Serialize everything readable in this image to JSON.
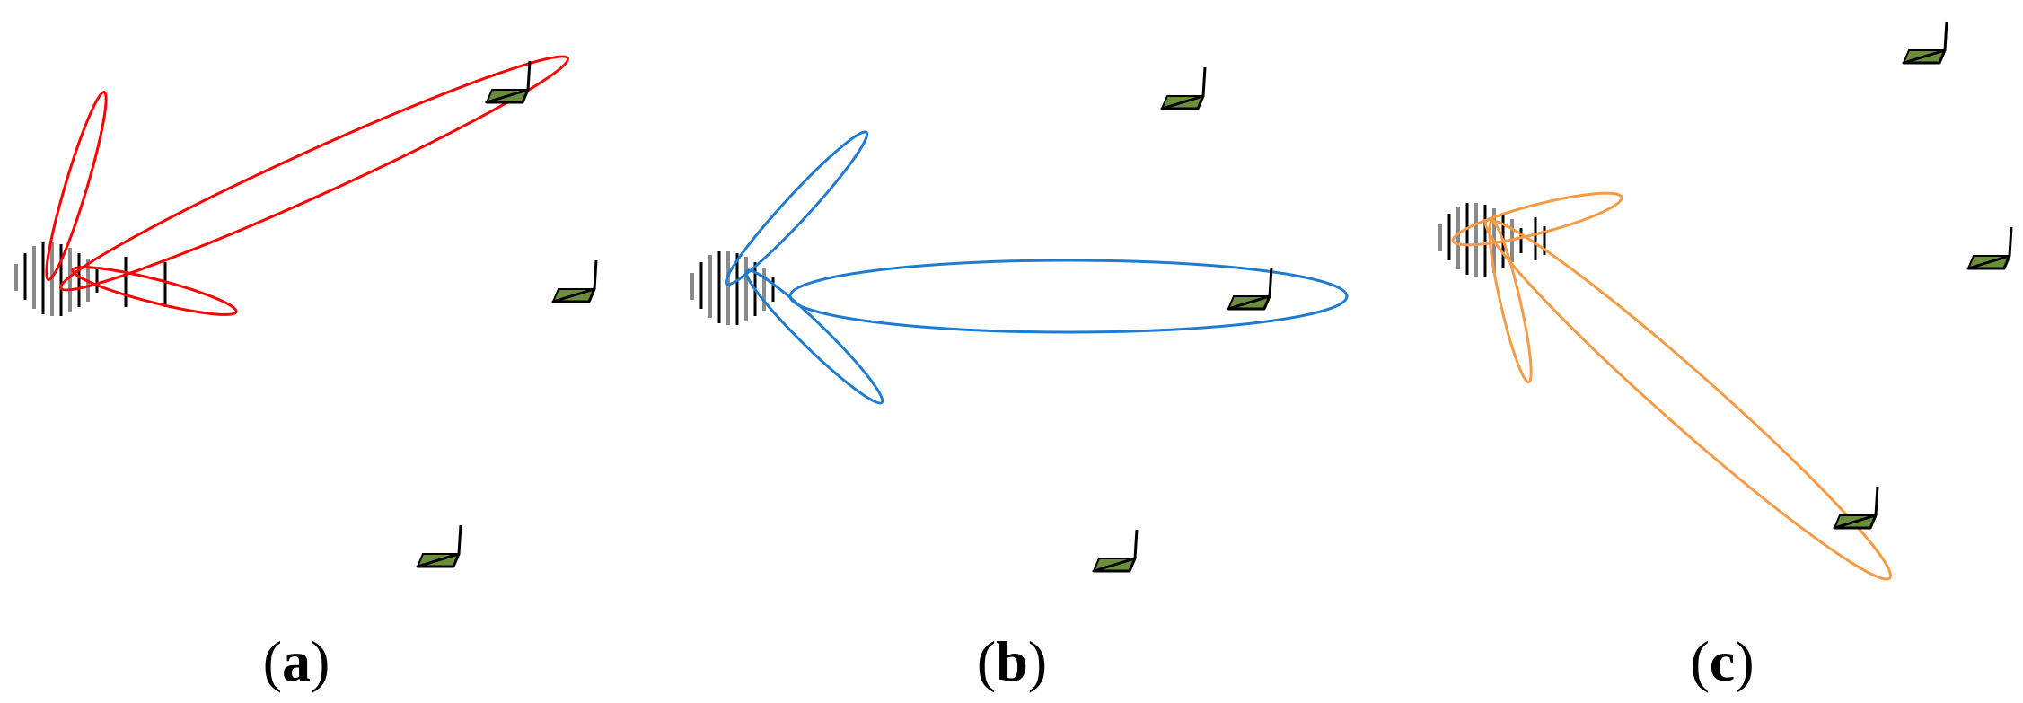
{
  "panels": [
    {
      "id": "a",
      "caption_open": "(",
      "caption_letter": "a",
      "caption_close": ")",
      "beam_color": "#ff0000"
    },
    {
      "id": "b",
      "caption_open": "(",
      "caption_letter": "b",
      "caption_close": ")",
      "beam_color": "#1f7bd0"
    },
    {
      "id": "c",
      "caption_open": "(",
      "caption_letter": "c",
      "caption_close": ")",
      "beam_color": "#f59a45"
    }
  ],
  "colors": {
    "device_fill": "#6b8e3a",
    "device_stroke": "#000000",
    "antenna_dark": "#000000",
    "antenna_gray": "#8a8a8a"
  },
  "icons": {
    "antenna_array": "antenna-array-icon",
    "user_device": "user-device-icon"
  }
}
